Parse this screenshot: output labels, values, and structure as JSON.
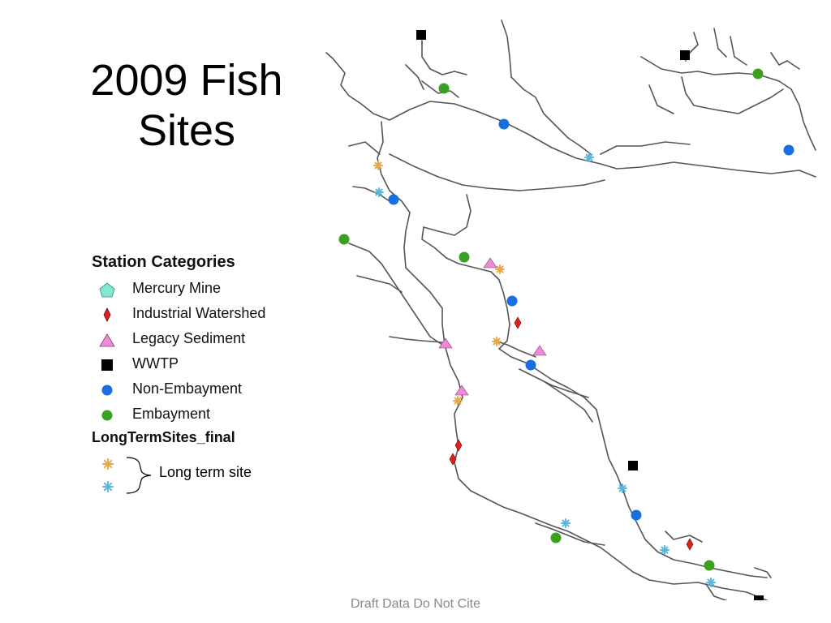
{
  "slide": {
    "title_line1": "2009 Fish",
    "title_line2": "Sites",
    "footer": "Draft Data Do Not Cite"
  },
  "legend": {
    "heading": "Station Categories",
    "items": [
      {
        "label": "Mercury Mine",
        "symbol": "pentagon",
        "color": "#7fe8d4"
      },
      {
        "label": "Industrial Watershed",
        "symbol": "diamond",
        "color": "#e02020"
      },
      {
        "label": "Legacy Sediment",
        "symbol": "triangle",
        "color": "#f08ad8"
      },
      {
        "label": "WWTP",
        "symbol": "square",
        "color": "#000000"
      },
      {
        "label": "Non-Embayment",
        "symbol": "circle",
        "color": "#1a6fe0"
      },
      {
        "label": "Embayment",
        "symbol": "circle",
        "color": "#3aa020"
      }
    ],
    "subheading": "LongTermSites_final",
    "long_term_symbols": [
      {
        "symbol": "asterisk",
        "color": "#f2c27a"
      },
      {
        "symbol": "asterisk",
        "color": "#7ed0ee"
      }
    ],
    "long_term_label": "Long term site"
  },
  "map": {
    "shoreline_color": "#555555",
    "sites": [
      {
        "type": "square",
        "category": "WWTP"
      },
      {
        "type": "square",
        "category": "WWTP"
      },
      {
        "type": "square",
        "category": "WWTP"
      },
      {
        "type": "square",
        "category": "WWTP"
      },
      {
        "type": "circle",
        "category": "Embayment"
      },
      {
        "type": "circle",
        "category": "Embayment"
      },
      {
        "type": "circle",
        "category": "Embayment"
      },
      {
        "type": "circle",
        "category": "Embayment"
      },
      {
        "type": "circle",
        "category": "Embayment"
      },
      {
        "type": "circle",
        "category": "Non-Embayment"
      },
      {
        "type": "circle",
        "category": "Non-Embayment"
      },
      {
        "type": "circle",
        "category": "Non-Embayment"
      },
      {
        "type": "circle",
        "category": "Non-Embayment"
      },
      {
        "type": "circle",
        "category": "Non-Embayment"
      },
      {
        "type": "circle",
        "category": "Non-Embayment"
      },
      {
        "type": "triangle",
        "category": "Legacy Sediment"
      },
      {
        "type": "triangle",
        "category": "Legacy Sediment"
      },
      {
        "type": "triangle",
        "category": "Legacy Sediment"
      },
      {
        "type": "triangle",
        "category": "Legacy Sediment"
      },
      {
        "type": "diamond",
        "category": "Industrial Watershed"
      },
      {
        "type": "diamond",
        "category": "Industrial Watershed"
      },
      {
        "type": "diamond",
        "category": "Industrial Watershed"
      },
      {
        "type": "diamond",
        "category": "Industrial Watershed"
      },
      {
        "type": "asterisk",
        "category": "Long term site (orange)"
      },
      {
        "type": "asterisk",
        "category": "Long term site (orange)"
      },
      {
        "type": "asterisk",
        "category": "Long term site (orange)"
      },
      {
        "type": "asterisk",
        "category": "Long term site (orange)"
      },
      {
        "type": "asterisk",
        "category": "Long term site (blue)"
      },
      {
        "type": "asterisk",
        "category": "Long term site (blue)"
      },
      {
        "type": "asterisk",
        "category": "Long term site (blue)"
      },
      {
        "type": "asterisk",
        "category": "Long term site (blue)"
      },
      {
        "type": "asterisk",
        "category": "Long term site (blue)"
      },
      {
        "type": "asterisk",
        "category": "Long term site (blue)"
      }
    ]
  }
}
